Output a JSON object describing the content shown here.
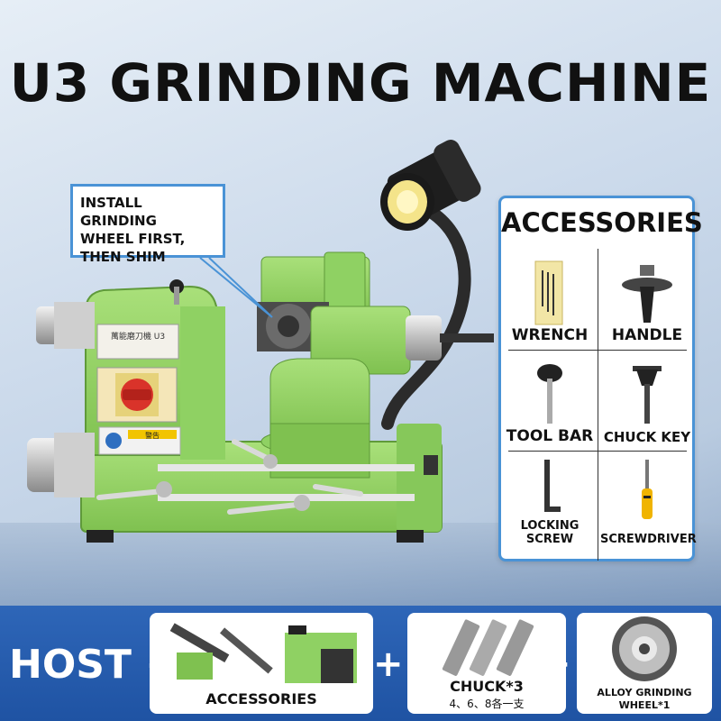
{
  "title": "U3 GRINDING MACHINE",
  "callout": {
    "line1": "INSTALL GRINDING",
    "line2": "WHEEL FIRST,",
    "line3": "THEN SHIM"
  },
  "machine": {
    "nameplate_text": "萬能磨刀機 U3",
    "warning_text": "警告"
  },
  "accessories_panel": {
    "title": "ACCESSORIES",
    "items": [
      {
        "label": "WRENCH"
      },
      {
        "label": "HANDLE"
      },
      {
        "label": "TOOL BAR"
      },
      {
        "label": "CHUCK KEY"
      },
      {
        "label_line1": "LOCKING",
        "label_line2": "SCREW"
      },
      {
        "label": "SCREWDRIVER"
      }
    ]
  },
  "bottom_bar": {
    "host": "HOST +",
    "plus": "+",
    "accessories_label": "ACCESSORIES",
    "chuck_label": "CHUCK*3",
    "chuck_sub": "4、6、8各一支",
    "wheel_line1": "ALLOY GRINDING",
    "wheel_line2": "WHEEL*1"
  },
  "colors": {
    "machine_green": "#8fd163",
    "panel_border": "#4a93d6",
    "bottom_bar": "#2460b0"
  }
}
